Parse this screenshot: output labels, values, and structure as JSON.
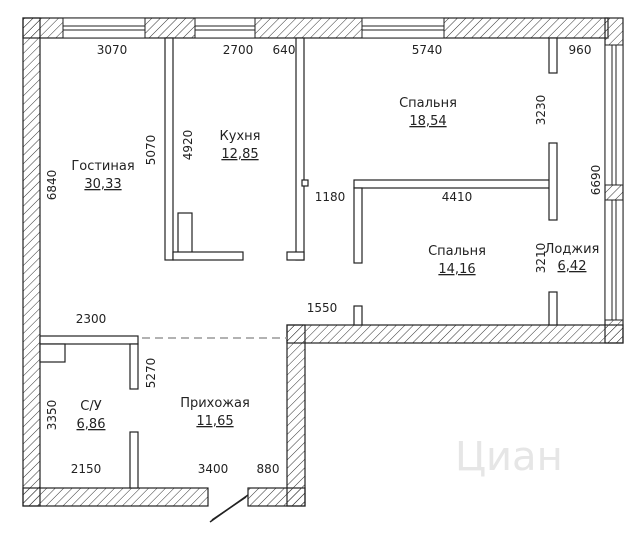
{
  "rooms": [
    {
      "key": "living",
      "name": "Гостиная",
      "area": "30,33"
    },
    {
      "key": "kitchen",
      "name": "Кухня",
      "area": "12,85"
    },
    {
      "key": "bedroom1",
      "name": "Спальня",
      "area": "18,54"
    },
    {
      "key": "bedroom2",
      "name": "Спальня",
      "area": "14,16"
    },
    {
      "key": "loggia",
      "name": "Лоджия",
      "area": "6,42"
    },
    {
      "key": "bathroom",
      "name": "С/У",
      "area": "6,86"
    },
    {
      "key": "hallway",
      "name": "Прихожая",
      "area": "11,65"
    }
  ],
  "dimensions": {
    "living_width": "3070",
    "kitchen_width": "2700",
    "kitchen_gap": "640",
    "bedroom_width": "5740",
    "loggia_width": "960",
    "living_height": "6840",
    "living_inner": "5070",
    "kitchen_height": "4920",
    "bedroom1_height": "3230",
    "loggia_height": "6690",
    "corridor_gap": "1180",
    "bedroom2_width": "4410",
    "bedroom2_height": "3210",
    "hall_top": "1550",
    "living_bottom": "2300",
    "hall_height": "5270",
    "bath_height": "3350",
    "bath_width": "2150",
    "hall_width": "3400",
    "door_width": "880"
  },
  "watermark": "Циан"
}
